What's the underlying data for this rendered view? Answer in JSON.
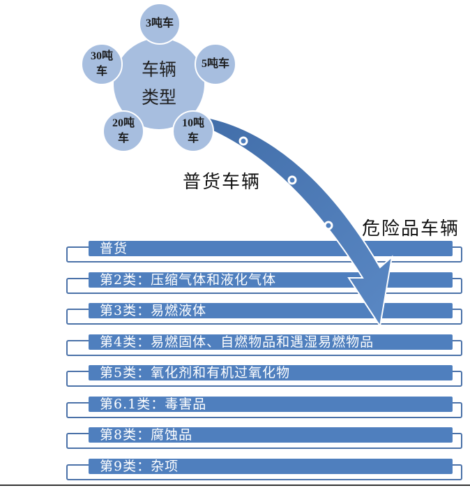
{
  "hub": {
    "label": "车辆类型"
  },
  "nodes": [
    {
      "label": "3吨车"
    },
    {
      "label": "5吨车"
    },
    {
      "label": "10吨车"
    },
    {
      "label": "20吨车"
    },
    {
      "label": "30吨车"
    }
  ],
  "captions": {
    "general": "普货车辆",
    "hazardous": "危险品车辆"
  },
  "categories": [
    "普货",
    "第2类：压缩气体和液化气体",
    "第3类：易燃液体",
    "第4类：易燃固体、自燃物品和遇湿易燃物品",
    "第5类：氧化剂和有机过氧化物",
    "第6.1类：毒害品",
    "第8类：腐蚀品",
    "第9类：杂项"
  ],
  "colors": {
    "bar": "#4f7fbe",
    "bracket": "#4a71a8",
    "node": "#a7bedf",
    "arrow": "#4f7fbe"
  }
}
